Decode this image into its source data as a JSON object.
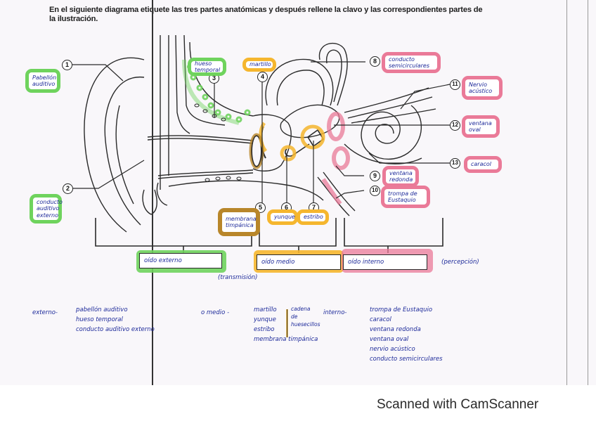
{
  "document": {
    "instructions": "En el siguiente diagrama etiquete las tres partes anatómicas y después rellene la clavo y las correspondientes partes de la ilustración."
  },
  "colors": {
    "outer_ear": "#6fd35d",
    "middle_ear": "#f5b62e",
    "inner_ear": "#ea7a98",
    "tympanic": "#b8862a",
    "ink": "#1d2a9a"
  },
  "labels": [
    {
      "num": "1",
      "text": "Pabellón auditivo",
      "group": "green"
    },
    {
      "num": "2",
      "text": "conducto auditivo externo",
      "group": "green"
    },
    {
      "num": "3",
      "text": "hueso temporal",
      "group": "green"
    },
    {
      "num": "4",
      "text": "martillo",
      "group": "orange"
    },
    {
      "num": "5",
      "text": "membrana timpánica",
      "group": "brown"
    },
    {
      "num": "6",
      "text": "yunque",
      "group": "orange"
    },
    {
      "num": "7",
      "text": "estribo",
      "group": "orange"
    },
    {
      "num": "8",
      "text": "conducto semicirculares",
      "group": "pink"
    },
    {
      "num": "9",
      "text": "ventana redonda",
      "group": "pink"
    },
    {
      "num": "10",
      "text": "trompa de Eustaquio",
      "group": "pink"
    },
    {
      "num": "11",
      "text": "Nervio acústico",
      "group": "pink"
    },
    {
      "num": "12",
      "text": "ventana oval",
      "group": "pink"
    },
    {
      "num": "13",
      "text": "caracol",
      "group": "pink"
    }
  ],
  "sections": {
    "outer": "oído externo",
    "middle": "oído medio",
    "inner": "oído interno",
    "middle_note": "(transmisión)",
    "inner_note": "(percepción)"
  },
  "notes": {
    "external_title": "externo-",
    "external_items": [
      "pabellón auditivo",
      "hueso temporal",
      "conducto auditivo externo"
    ],
    "middle_title": "o medio -",
    "middle_items": [
      "martillo",
      "yunque",
      "estribo",
      "membrana timpánica"
    ],
    "middle_bracket": [
      "cadena",
      "de",
      "huesecillos"
    ],
    "internal_title": "interno-",
    "internal_items": [
      "trompa de Eustaquio",
      "caracol",
      "ventana redonda",
      "ventana oval",
      "nervio acústico",
      "conducto semicirculares"
    ]
  },
  "footer": {
    "watermark": "Scanned with CamScanner"
  }
}
